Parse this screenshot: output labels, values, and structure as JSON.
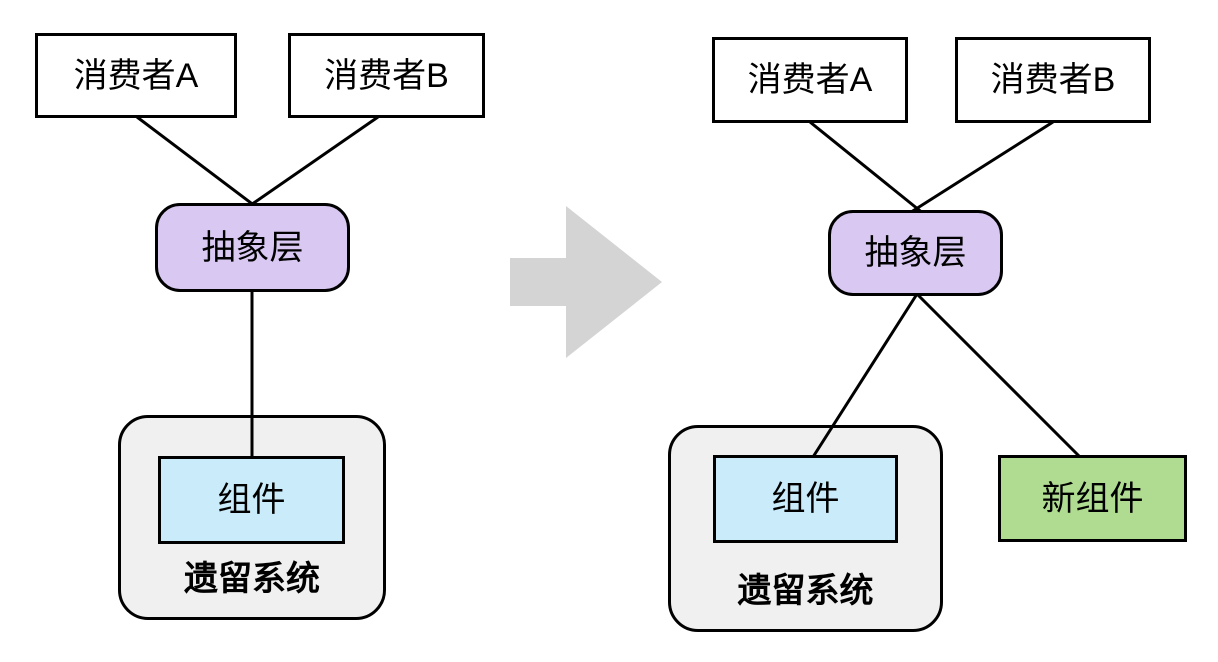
{
  "before": {
    "consumer_a": "消费者A",
    "consumer_b": "消费者B",
    "abstraction_layer": "抽象层",
    "component": "组件",
    "legacy_system": "遗留系统"
  },
  "after": {
    "consumer_a": "消费者A",
    "consumer_b": "消费者B",
    "abstraction_layer": "抽象层",
    "component": "组件",
    "legacy_system": "遗留系统",
    "new_component": "新组件"
  },
  "colors": {
    "abstraction_fill": "#d9c9f2",
    "component_fill": "#caecfa",
    "new_component_fill": "#afdc90",
    "legacy_container_fill": "#f0f0f0",
    "arrow": "#d4d4d4",
    "edge": "#000000",
    "node_background": "#ffffff"
  }
}
